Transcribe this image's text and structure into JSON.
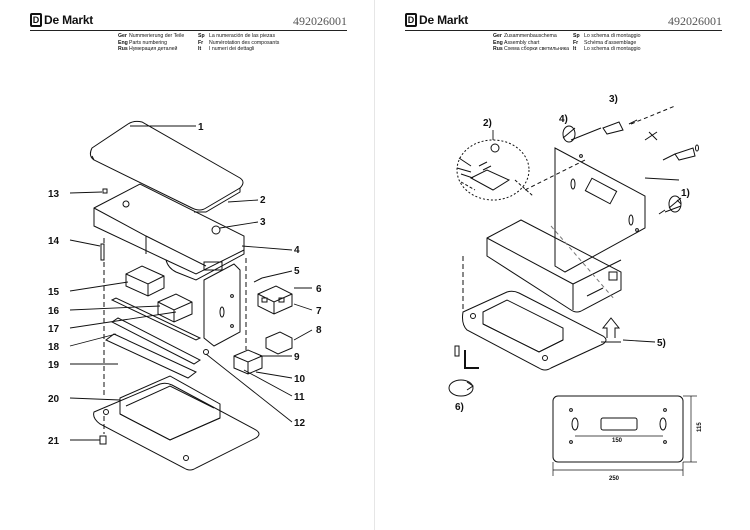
{
  "brand": {
    "name": "De Markt"
  },
  "left_page": {
    "code": "492026001",
    "header": [
      {
        "lang": "Ger",
        "text": "Nummerierung der Teile"
      },
      {
        "lang": "Eng",
        "text": "Parts numbering"
      },
      {
        "lang": "Rus",
        "text": "Нумерация деталей"
      },
      {
        "lang": "Sp",
        "text": "La numeración de las piezas"
      },
      {
        "lang": "Fr",
        "text": "Numérotation des composants"
      },
      {
        "lang": "It",
        "text": "I numeri dei dettagli"
      }
    ],
    "parts": [
      "1",
      "2",
      "3",
      "4",
      "5",
      "6",
      "7",
      "8",
      "9",
      "10",
      "11",
      "12",
      "13",
      "14",
      "15",
      "16",
      "17",
      "18",
      "19",
      "20",
      "21"
    ]
  },
  "right_page": {
    "code": "492026001",
    "header": [
      {
        "lang": "Ger",
        "text": "Zusammenbauschema"
      },
      {
        "lang": "Eng",
        "text": "Assembly chart"
      },
      {
        "lang": "Rus",
        "text": "Схема сборки светильника"
      },
      {
        "lang": "Sp",
        "text": "Lo schema di montaggio"
      },
      {
        "lang": "Fr",
        "text": "Schéma d'assemblage"
      },
      {
        "lang": "It",
        "text": "Lo schema di montaggio"
      }
    ],
    "steps": [
      "1)",
      "2)",
      "3)",
      "4)",
      "5)",
      "6)"
    ],
    "dimensions": {
      "inner_width": "150",
      "overall_width": "250",
      "height": "115"
    }
  }
}
